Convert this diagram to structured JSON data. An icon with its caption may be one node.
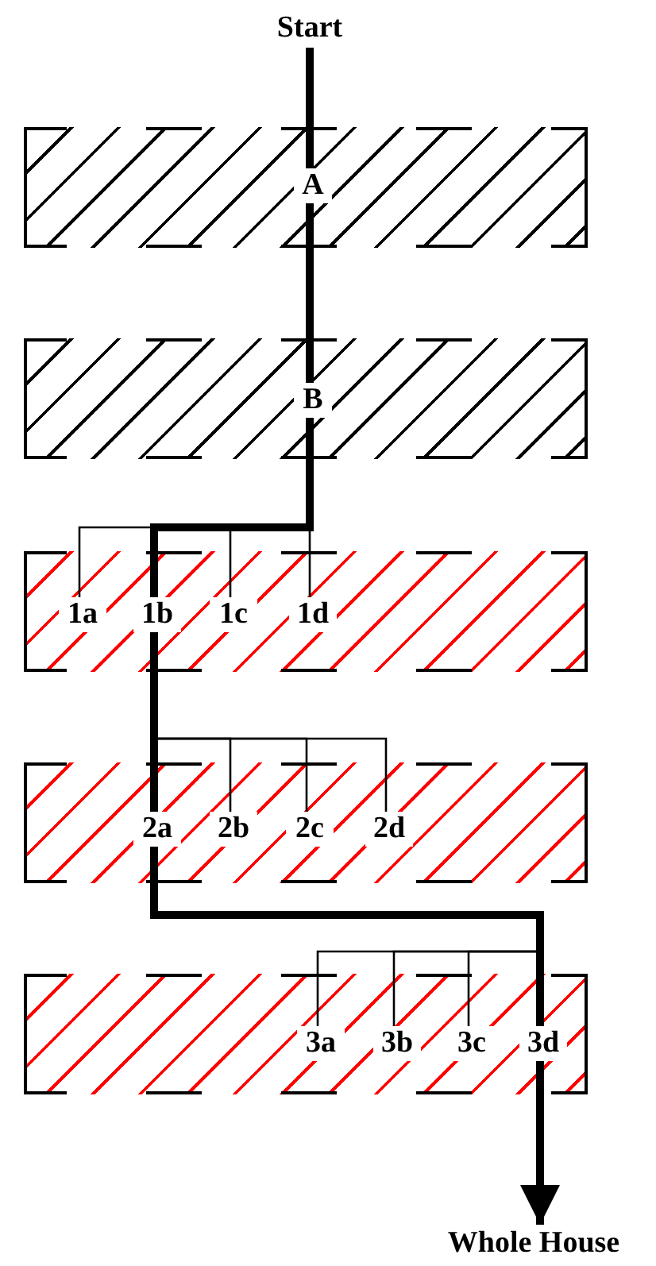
{
  "diagram": {
    "nodes": [
      {
        "text": [
          "Start"
        ]
      },
      {
        "text": [],
        "shape": "bar"
      },
      {
        "text": [
          "A"
        ],
        "in": 1
      },
      {
        "text": [],
        "shape": "bar"
      },
      {
        "text": [
          "B"
        ],
        "in": 3
      },
      {
        "text": [],
        "shape": "bar"
      },
      {
        "text": [
          "1a"
        ],
        "in": 5
      },
      {
        "text": [
          "1b"
        ],
        "in": 5
      },
      {
        "text": [
          "1c"
        ],
        "in": 5
      },
      {
        "text": [
          "1d"
        ],
        "in": 5
      },
      {
        "text": [],
        "shape": "bar"
      },
      {
        "text": [
          "2a"
        ],
        "in": 10
      },
      {
        "text": [
          "2b"
        ],
        "in": 10
      },
      {
        "text": [
          "2c"
        ],
        "in": 10
      },
      {
        "text": [
          "2d"
        ],
        "in": 10
      },
      {
        "text": [],
        "shape": "bar"
      },
      {
        "text": [
          "3a"
        ],
        "in": 15
      },
      {
        "text": [
          "3b"
        ],
        "in": 15
      },
      {
        "text": [
          "3c"
        ],
        "in": 15
      },
      {
        "text": [
          "3d"
        ],
        "in": 15
      },
      {
        "text": [
          "Whole House"
        ]
      }
    ],
    "edges": [
      {
        "from": 0,
        "to": 2,
        "arrow": "none",
        "style": "thick"
      },
      {
        "from": 2,
        "to": 4,
        "arrow": "none",
        "style": "thick"
      },
      {
        "from": 4,
        "to": 6,
        "arrow": "none"
      },
      {
        "from": 4,
        "to": 7,
        "arrow": "none",
        "style": "thick"
      },
      {
        "from": 4,
        "to": 8,
        "arrow": "none"
      },
      {
        "from": 4,
        "to": 9,
        "arrow": "none"
      },
      {
        "from": 7,
        "to": 11,
        "arrow": "none",
        "style": "thick"
      },
      {
        "from": 7,
        "to": 12,
        "arrow": "none"
      },
      {
        "from": 7,
        "to": 13,
        "arrow": "none"
      },
      {
        "from": 7,
        "to": 14,
        "arrow": "none"
      },
      {
        "from": 11,
        "to": 16,
        "arrow": "none"
      },
      {
        "from": 11,
        "to": 17,
        "arrow": "none"
      },
      {
        "from": 11,
        "to": 18,
        "arrow": "none"
      },
      {
        "from": 11,
        "to": 19,
        "arrow": "none",
        "style": "thick"
      },
      {
        "from": 19,
        "to": 20,
        "arrow": "to",
        "style": "thick"
      }
    ]
  }
}
